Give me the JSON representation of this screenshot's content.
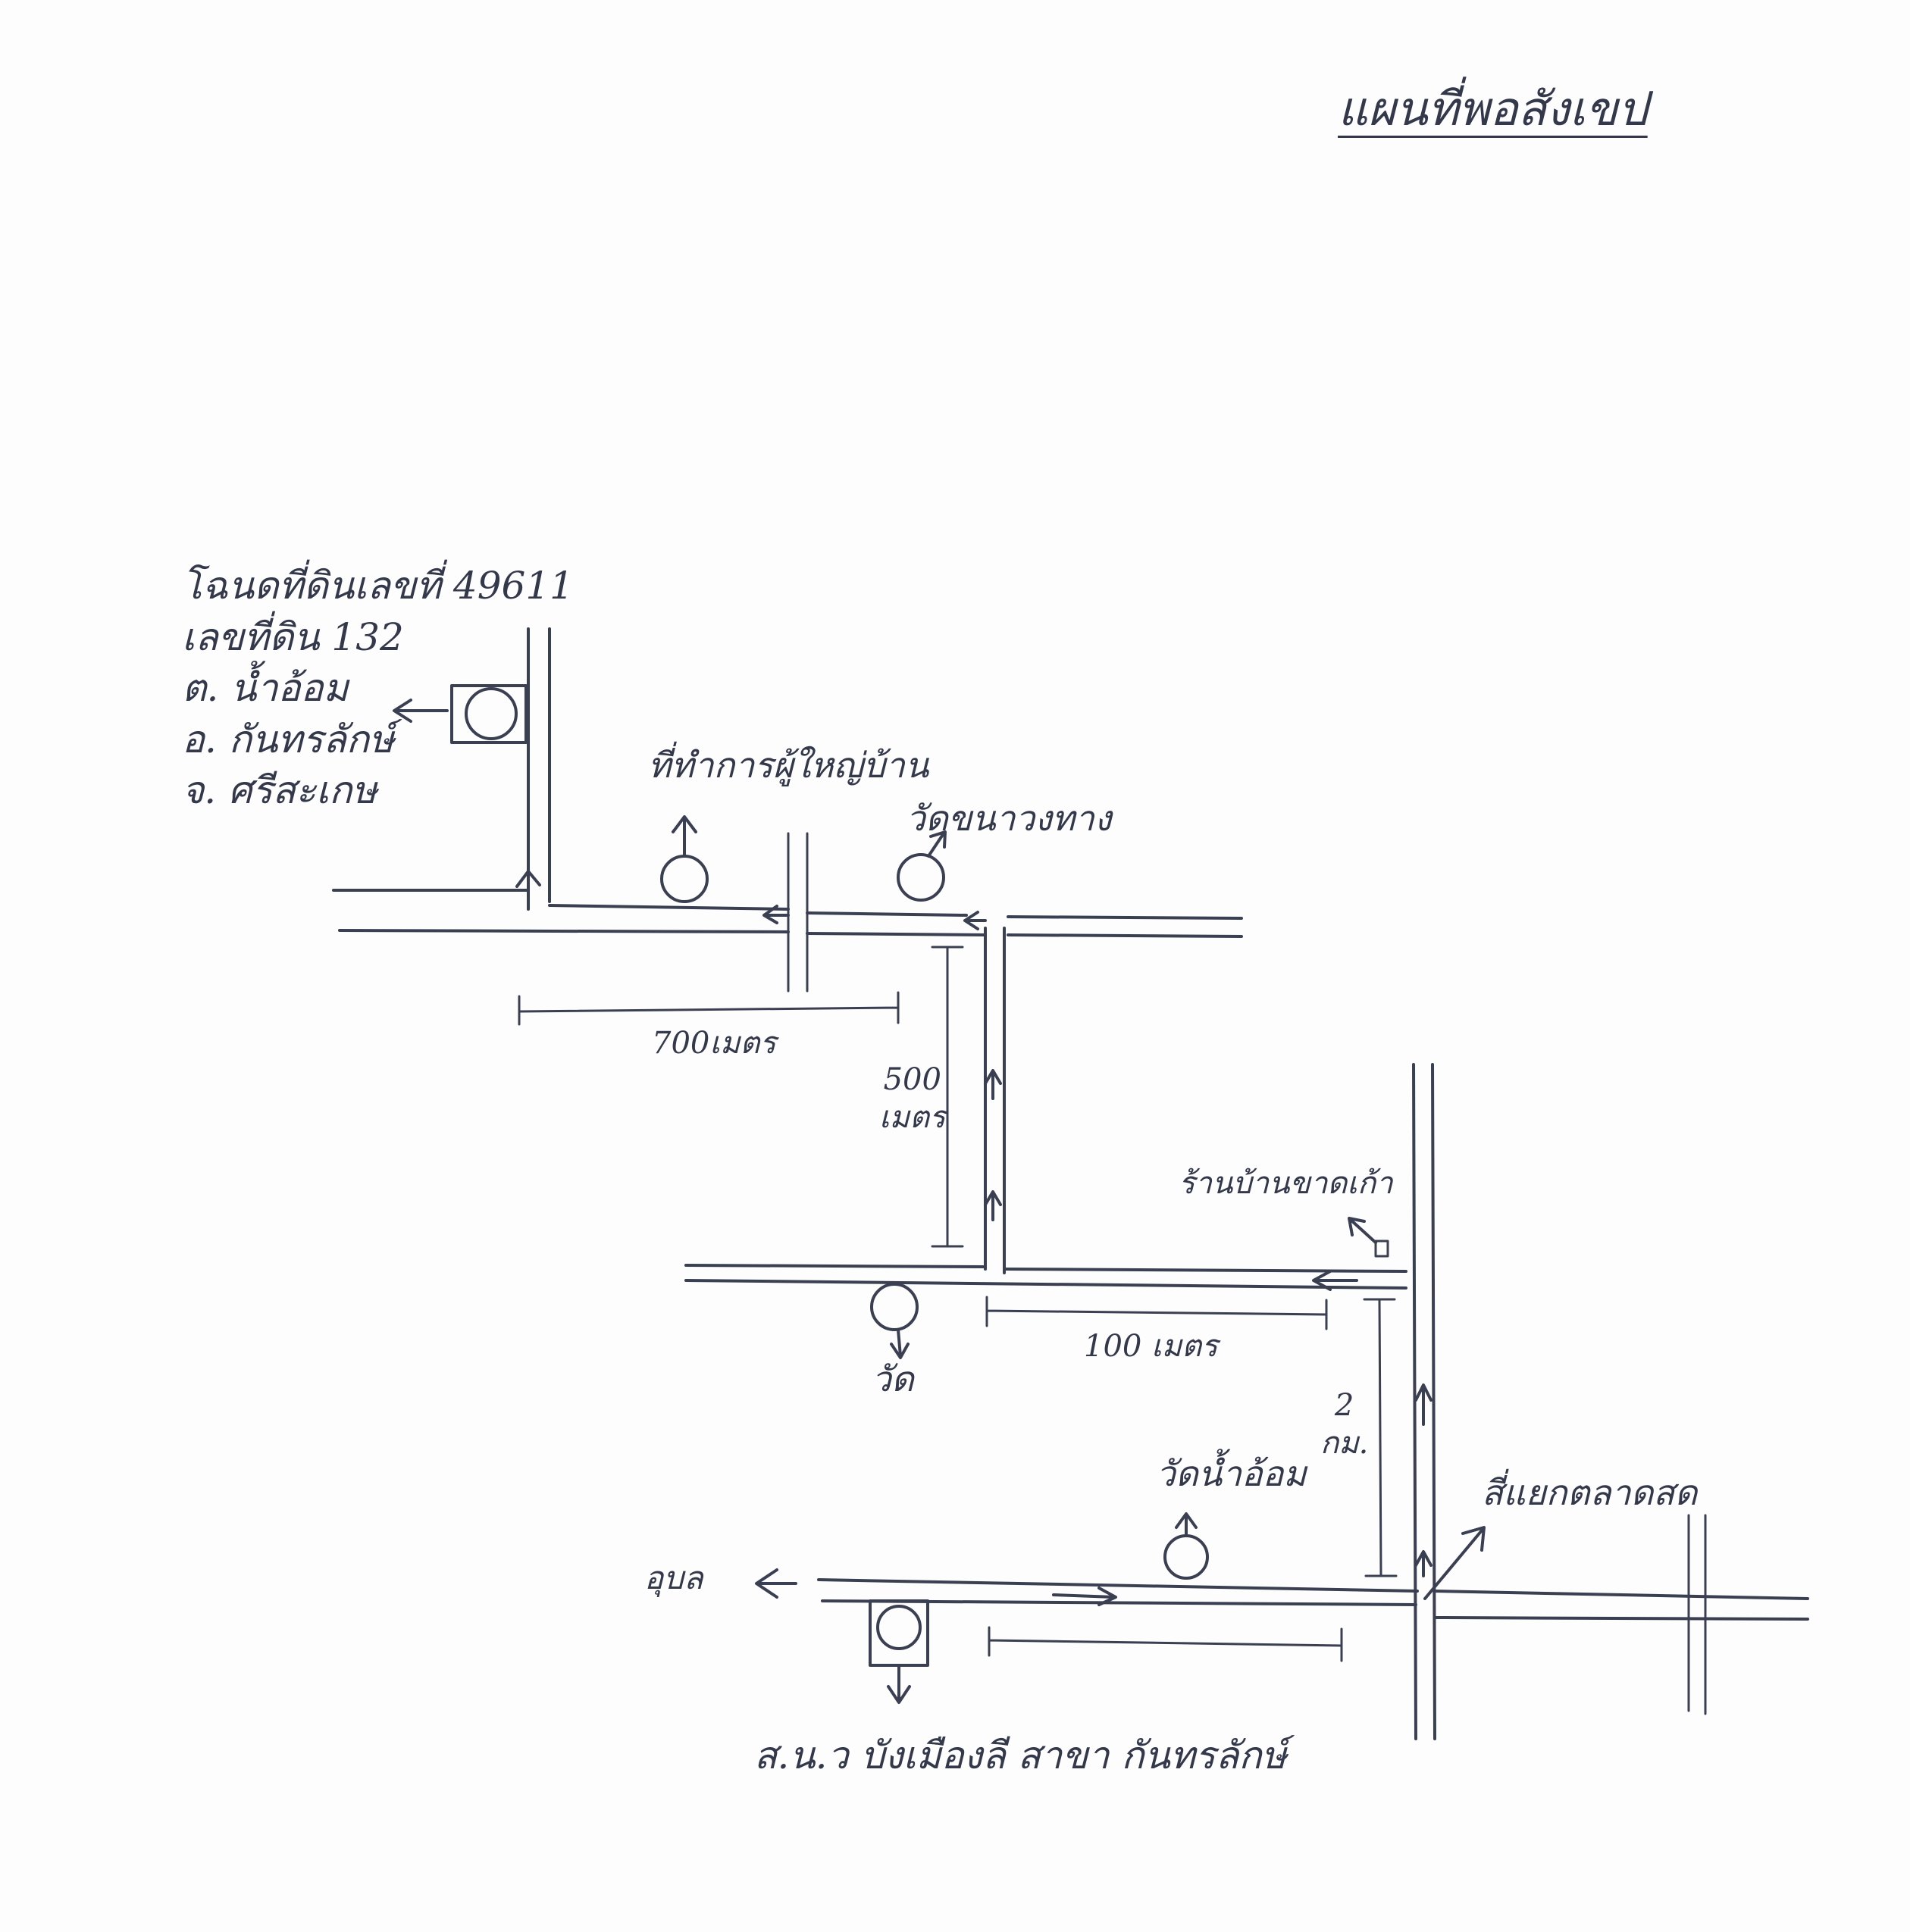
{
  "map": {
    "title": "แผนที่พอสังเขป",
    "address": {
      "line1": "โฉนดที่ดินเลขที่ 49611",
      "line2": "เลขที่ดิน 132",
      "line3": "ต. น้ำอ้อม",
      "line4": "อ. กันทรลักษ์",
      "line5": "จ. ศรีสะเกษ"
    },
    "places": {
      "health_station": "ที่ทำการผู้ใหญ่บ้าน",
      "temple_top": "วัดขนาวงทาง",
      "temple_middle": "วัด",
      "shop": "ร้านบ้านขาดเก้า",
      "temple_bottom": "วัดน้ำอ้อม",
      "intersection": "สี่แยกตลาดสด",
      "direction_west": "อุบล",
      "bank": "ส.น.ว บังเมืองลี สาขา กันทรลักษ์"
    },
    "distances": {
      "top_horizontal": "700เมตร",
      "vertical_number": "500",
      "vertical_unit": "เมตร",
      "middle_horizontal": "100 เมตร",
      "right_vertical_number": "2",
      "right_vertical_unit": "กม."
    },
    "colors": {
      "ink": "#3a3f52",
      "paper": "#fdfdfe"
    }
  }
}
